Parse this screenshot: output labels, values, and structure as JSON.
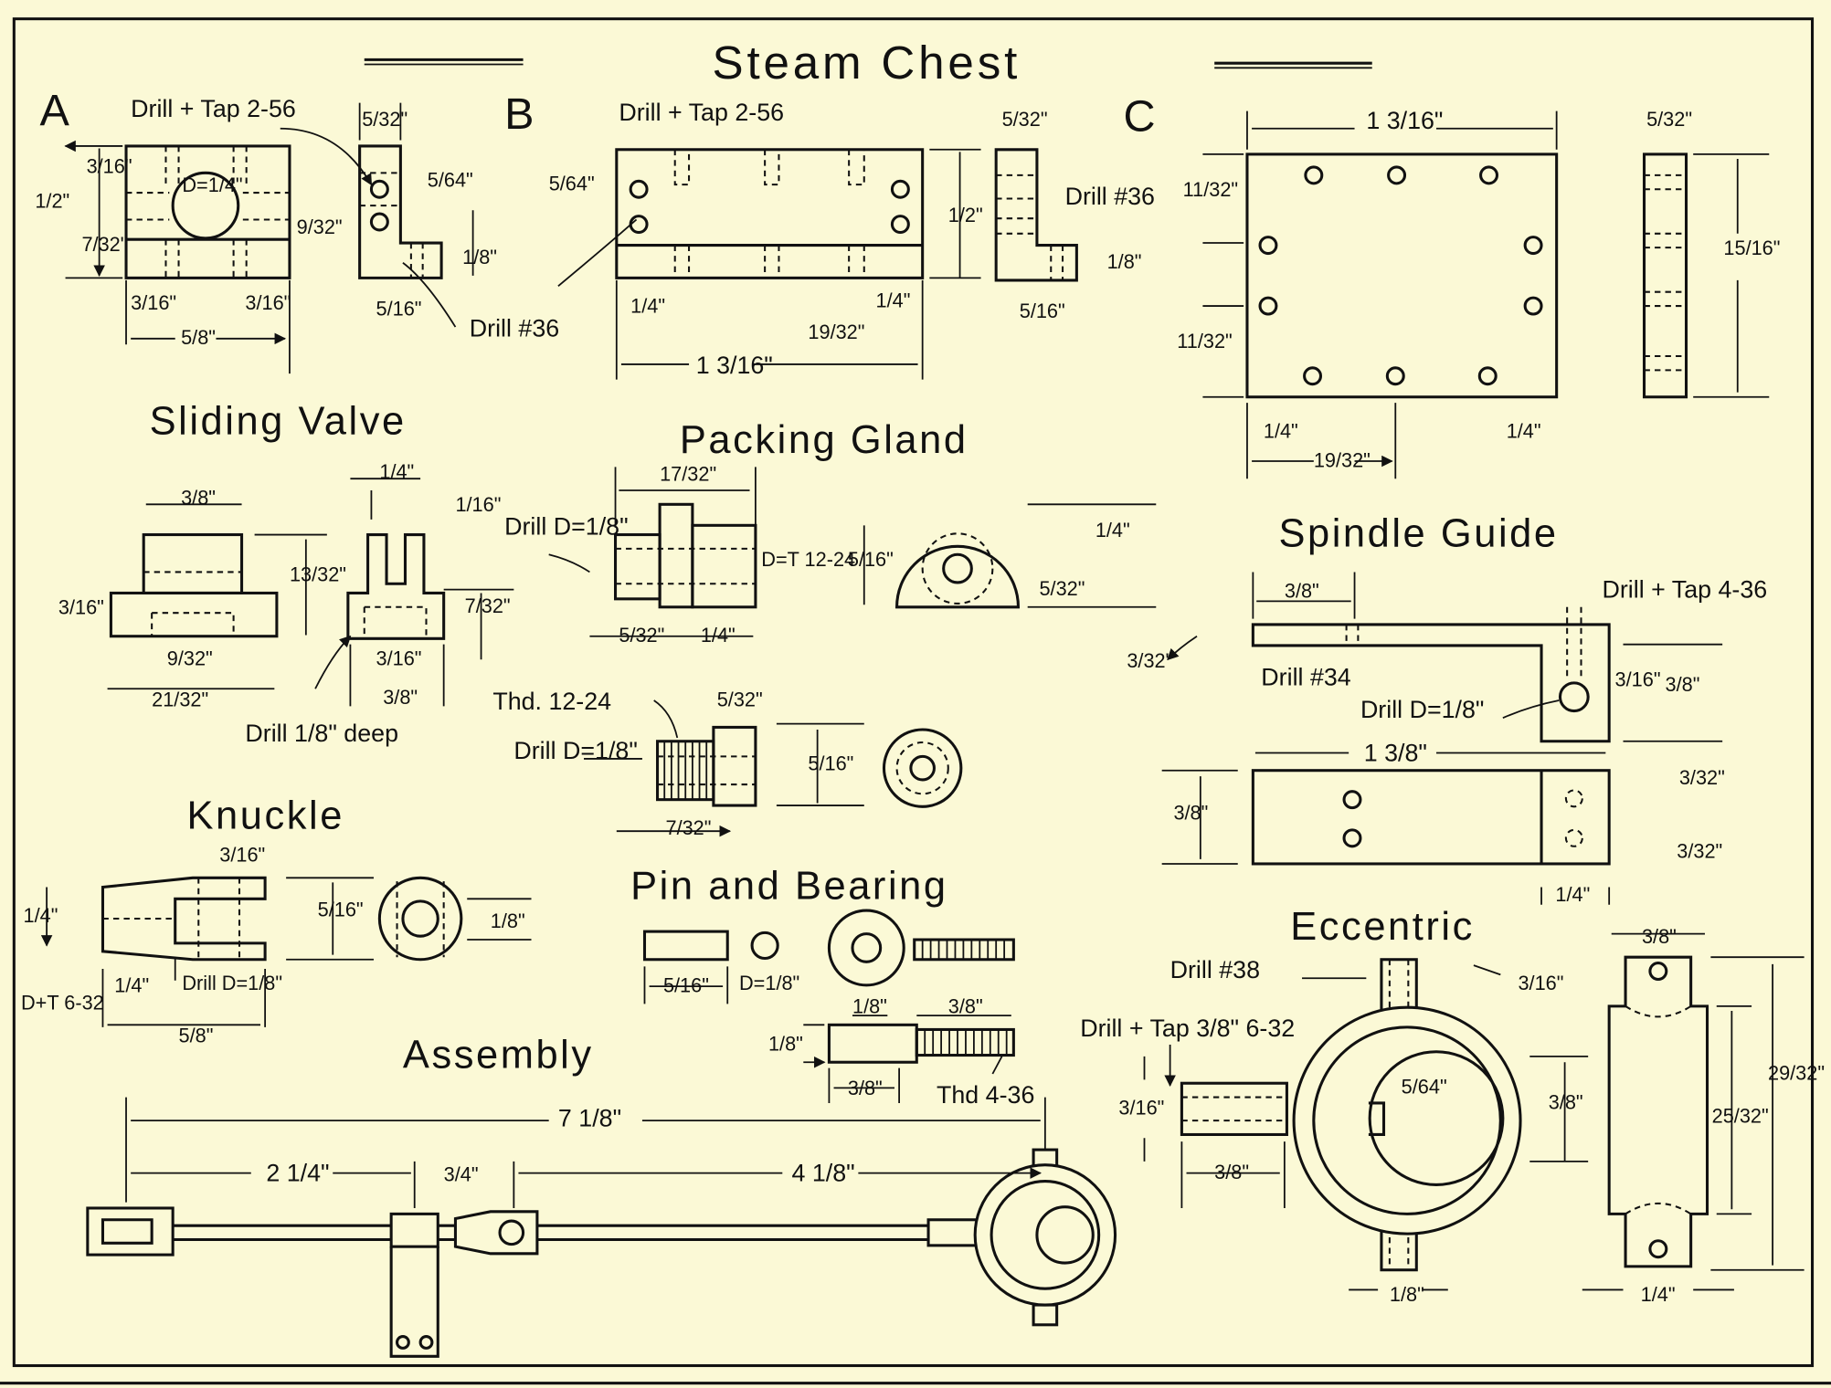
{
  "title": "Steam Chest",
  "colors": {
    "paper": "#fbf9d6",
    "ink": "#111111"
  },
  "part_a": {
    "label": "A",
    "notes": [
      "Drill + Tap 2-56",
      "D=1/4\"",
      "Drill #36"
    ],
    "dims": [
      "3/16\"",
      "1/2\"",
      "7/32\"",
      "9/32\"",
      "3/16\"",
      "3/16\"",
      "5/8\"",
      "5/32\"",
      "5/64\"",
      "1/8\"",
      "5/16\""
    ]
  },
  "part_b": {
    "label": "B",
    "notes": [
      "Drill + Tap 2-56",
      "Drill #36"
    ],
    "dims": [
      "5/64\"",
      "1/2\"",
      "1/4\"",
      "1/4\"",
      "19/32\"",
      "1 3/16\"",
      "5/32\"",
      "1/8\"",
      "5/16\""
    ]
  },
  "part_c": {
    "label": "C",
    "dims": [
      "1 3/16\"",
      "11/32\"",
      "11/32\"",
      "1/4\"",
      "19/32\"",
      "1/4\"",
      "5/32\"",
      "15/16\""
    ]
  },
  "sliding_valve": {
    "title": "Sliding Valve",
    "notes": [
      "Drill 1/8\" deep"
    ],
    "dims": [
      "3/8\"",
      "1/4\"",
      "1/16\"",
      "13/32\"",
      "7/32\"",
      "3/16\"",
      "9/32\"",
      "21/32\"",
      "3/16\"",
      "3/8\""
    ]
  },
  "packing_gland": {
    "title": "Packing Gland",
    "notes": [
      "Drill D=1/8\"",
      "D=T 12-24",
      "Thd. 12-24",
      "Drill D=1/8\""
    ],
    "dims": [
      "17/32\"",
      "5/16\"",
      "1/4\"",
      "5/32\"",
      "5/32\"",
      "1/4\"",
      "5/32\"",
      "5/16\"",
      "7/32\""
    ]
  },
  "spindle_guide": {
    "title": "Spindle Guide",
    "notes": [
      "Drill + Tap 4-36",
      "Drill #34",
      "Drill D=1/8\""
    ],
    "dims": [
      "3/8\"",
      "3/32\"",
      "3/16\"",
      "3/8\"",
      "1 3/8\"",
      "3/32\"",
      "3/8\"",
      "3/32\"",
      "1/4\""
    ]
  },
  "knuckle": {
    "title": "Knuckle",
    "notes": [
      "D+T 6-32",
      "Drill D=1/8\""
    ],
    "dims": [
      "3/16\"",
      "5/16\"",
      "1/8\"",
      "1/4\"",
      "1/4\"",
      "5/8\""
    ]
  },
  "pin_and_bearing": {
    "title": "Pin and Bearing",
    "notes": [
      "D=1/8\"",
      "Thd 4-36"
    ],
    "dims": [
      "5/16\"",
      "1/8\"",
      "3/8\"",
      "1/8\"",
      "3/8\""
    ]
  },
  "eccentric": {
    "title": "Eccentric",
    "notes": [
      "Drill #38",
      "Drill + Tap 3/8\" 6-32"
    ],
    "dims": [
      "3/16\"",
      "3/16\"",
      "5/64\"",
      "3/8\"",
      "3/8\"",
      "1/8\"",
      "3/8\"",
      "25/32\"",
      "29/32\"",
      "1/4\""
    ]
  },
  "assembly": {
    "title": "Assembly",
    "dims": [
      "7 1/8\"",
      "2 1/4\"",
      "3/4\"",
      "4 1/8\""
    ]
  }
}
